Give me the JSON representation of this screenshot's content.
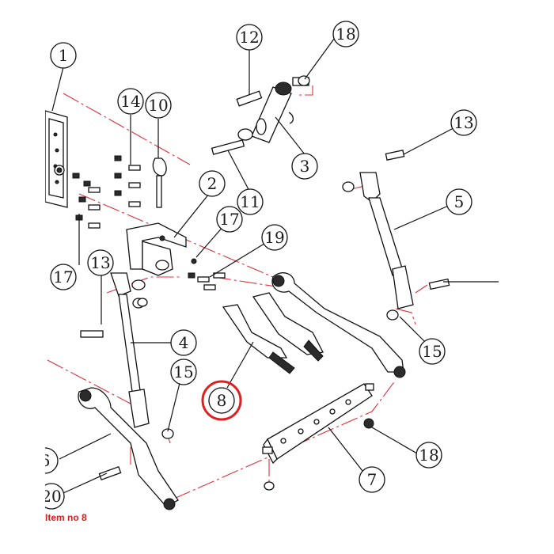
{
  "caption": "Item no 8",
  "highlight_color": "#e02020",
  "center_line_color": "#e0303a",
  "callouts": [
    {
      "id": "c1",
      "label": "1"
    },
    {
      "id": "c2",
      "label": "2"
    },
    {
      "id": "c3",
      "label": "3"
    },
    {
      "id": "c4",
      "label": "4"
    },
    {
      "id": "c5",
      "label": "5"
    },
    {
      "id": "c6",
      "label": "6"
    },
    {
      "id": "c7",
      "label": "7"
    },
    {
      "id": "c8",
      "label": "8",
      "highlighted": true
    },
    {
      "id": "c10",
      "label": "10"
    },
    {
      "id": "c11",
      "label": "11"
    },
    {
      "id": "c12",
      "label": "12"
    },
    {
      "id": "c13a",
      "label": "13"
    },
    {
      "id": "c13b",
      "label": "13"
    },
    {
      "id": "c14",
      "label": "14"
    },
    {
      "id": "c15a",
      "label": "15"
    },
    {
      "id": "c15b",
      "label": "15"
    },
    {
      "id": "c17a",
      "label": "17"
    },
    {
      "id": "c17b",
      "label": "17"
    },
    {
      "id": "c18a",
      "label": "18"
    },
    {
      "id": "c18b",
      "label": "18"
    },
    {
      "id": "c19",
      "label": "19"
    },
    {
      "id": "c20",
      "label": "20"
    }
  ]
}
